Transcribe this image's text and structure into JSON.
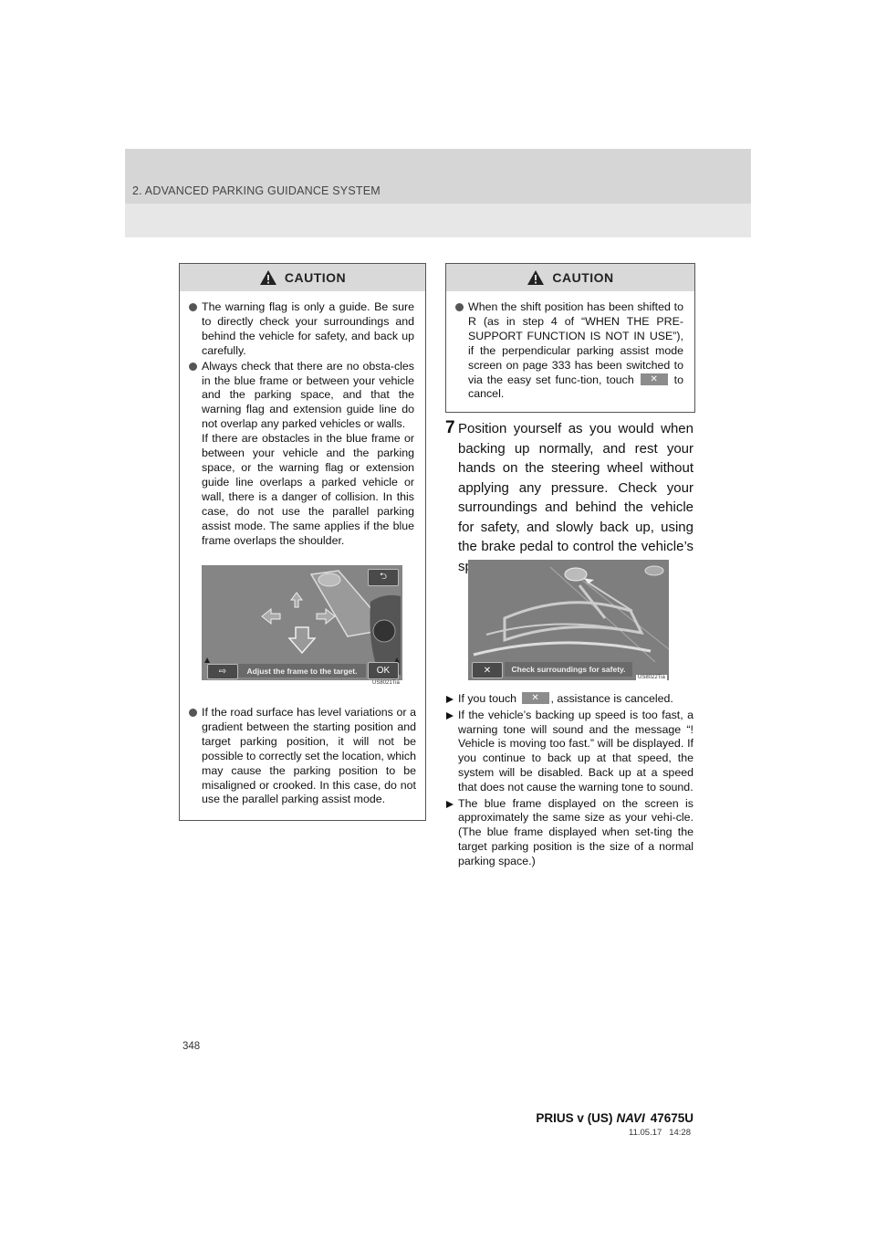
{
  "header": {
    "section_title": "2. ADVANCED PARKING GUIDANCE SYSTEM"
  },
  "caution_left": {
    "title": "CAUTION",
    "bullets": [
      "The warning flag is only a guide. Be sure to directly check your surroundings and behind the vehicle for safety, and back up carefully.",
      "Always check that there are no obsta-cles in the blue frame or between your vehicle and the parking space, and that the warning flag and extension guide line do not overlap any parked vehicles or walls.",
      "If there are obstacles in the blue frame or between your vehicle and the parking space, or the warning flag or extension guide line overlaps a parked vehicle or wall, there is a danger of collision. In this case, do not use the parallel parking assist mode. The same applies if the blue frame overlaps the shoulder.",
      "If the road surface has level variations or a gradient between the starting position and target parking position, it will not be possible to correctly set the location, which may cause the parking position to be misaligned or crooked. In this case, do not use the parallel parking assist mode."
    ],
    "screen": {
      "message": "Adjust the frame to the target.",
      "ok_label": "OK",
      "image_code": "US8021Tia"
    }
  },
  "caution_right": {
    "title": "CAUTION",
    "text_before": "When the shift position has been shifted to R (as in step 4 of “WHEN THE PRE-SUPPORT FUNCTION IS NOT IN USE”), if the perpendicular parking assist mode screen on page 333 has been switched to via the easy set func-tion, touch",
    "text_after": "to cancel."
  },
  "step": {
    "number": "7",
    "text": "Position yourself as you would when backing up normally, and rest your hands on the steering wheel without applying any pressure. Check your surroundings and behind the vehicle for safety, and slowly back up, using the brake pedal to control the vehicle’s speed."
  },
  "screen_right": {
    "message": "Check surroundings for safety.",
    "image_code": "US8022Tia"
  },
  "notes": {
    "n1_before": "If you touch",
    "n1_after": ", assistance is canceled.",
    "n2": "If the vehicle’s backing up speed is too fast, a warning tone will sound and the message “! Vehicle is moving too fast.” will be displayed. If you continue to back up at that speed, the system will be disabled. Back up at a speed that does not cause the warning tone to sound.",
    "n3": "The blue frame displayed on the screen is approximately the same size as your vehi-cle. (The blue frame displayed when set-ting the target parking position is the size of a normal parking space.)"
  },
  "footer": {
    "page_number": "348",
    "model_prefix": "PRIUS v (US)",
    "model_navi": "NAVI",
    "model_code": "47675U",
    "date": "11.05.17",
    "time": "14:28"
  }
}
